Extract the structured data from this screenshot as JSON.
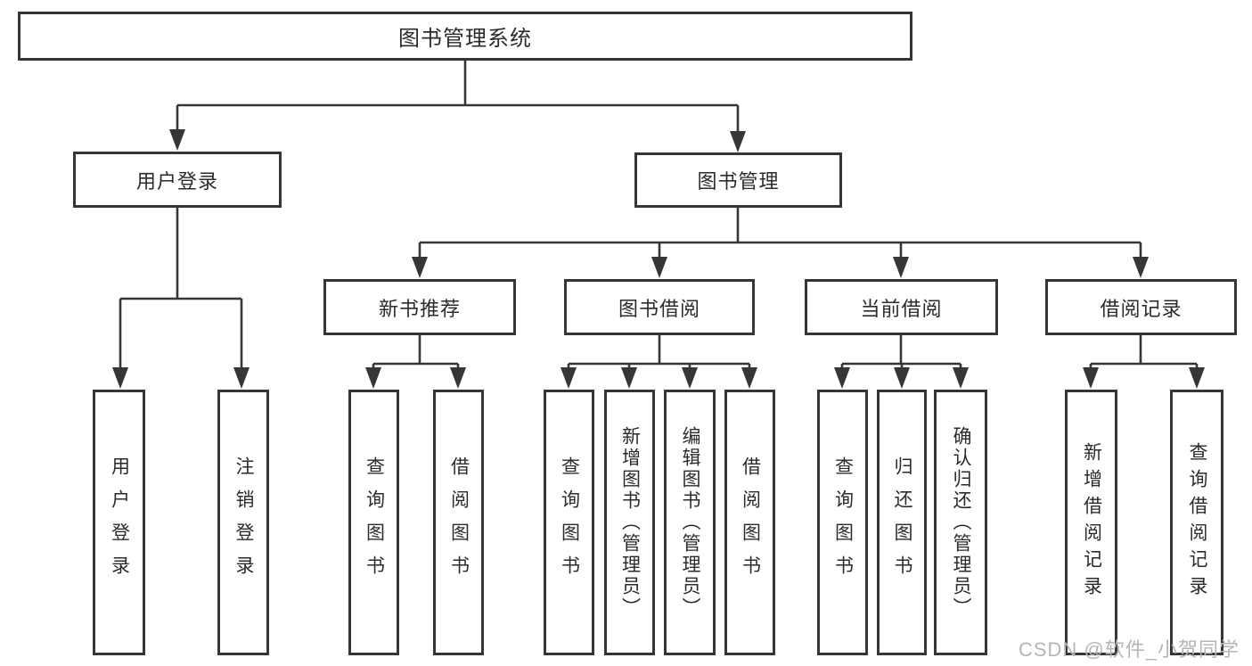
{
  "diagram_type": "hierarchy-tree",
  "colors": {
    "line": "#363636",
    "box_border": "#363636",
    "box_background": "#ffffff",
    "text": "#2b2b2b",
    "watermark_text": "#b5b5b5"
  },
  "nodes": {
    "root": {
      "label": "图书管理系统"
    },
    "user_login": {
      "label": "用户登录",
      "children": {
        "login": {
          "label": "用户登录"
        },
        "logout": {
          "label": "注销登录"
        }
      }
    },
    "book_mgmt": {
      "label": "图书管理",
      "children": {
        "new_book": {
          "label": "新书推荐",
          "children": {
            "query": {
              "label": "查询图书"
            },
            "borrow": {
              "label": "借阅图书"
            }
          }
        },
        "borrow": {
          "label": "图书借阅",
          "children": {
            "query": {
              "label": "查询图书"
            },
            "add": {
              "label": "新增图书（管理员）"
            },
            "edit": {
              "label": "编辑图书（管理员）"
            },
            "borrow": {
              "label": "借阅图书"
            }
          }
        },
        "current": {
          "label": "当前借阅",
          "children": {
            "query": {
              "label": "查询图书"
            },
            "return": {
              "label": "归还图书"
            },
            "confirm": {
              "label": "确认归还（管理员）"
            }
          }
        },
        "record": {
          "label": "借阅记录",
          "children": {
            "add": {
              "label": "新增借阅记录"
            },
            "query": {
              "label": "查询借阅记录"
            }
          }
        }
      }
    }
  },
  "watermark": "CSDN @软件_小贺同学"
}
